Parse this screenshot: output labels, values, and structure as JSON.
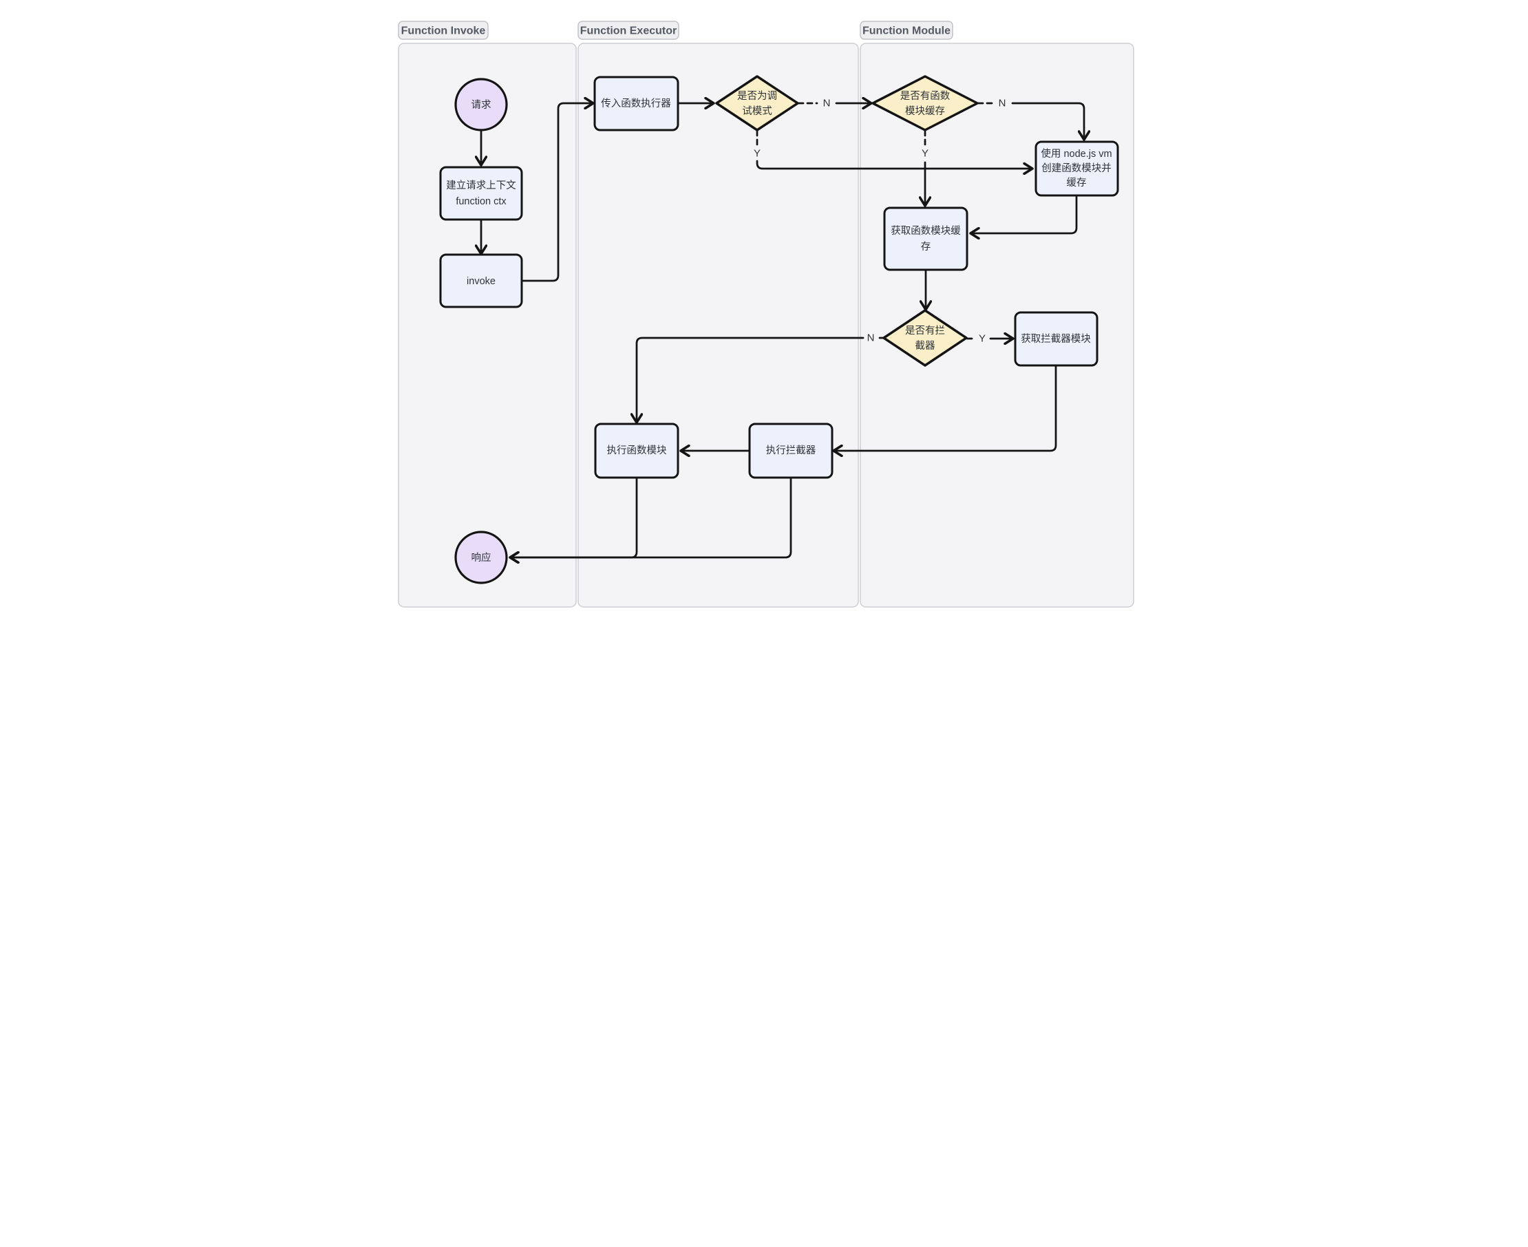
{
  "lanes": [
    {
      "label": "Function Invoke"
    },
    {
      "label": "Function Executor"
    },
    {
      "label": "Function Module"
    }
  ],
  "nodes": {
    "request": {
      "label": "请求"
    },
    "build_ctx": {
      "line1": "建立请求上下文",
      "line2": "function ctx"
    },
    "invoke": {
      "label": "invoke"
    },
    "pass_executor": {
      "label": "传入函数执行器"
    },
    "is_debug": {
      "line1": "是否为调",
      "line2": "试模式"
    },
    "has_module_cache": {
      "line1": "是否有函数",
      "line2": "模块缓存"
    },
    "create_vm": {
      "line1": "使用 node.js vm",
      "line2": "创建函数模块并",
      "line3": "缓存"
    },
    "get_module_cache": {
      "line1": "获取函数模块缓",
      "line2": "存"
    },
    "has_interceptor": {
      "line1": "是否有拦",
      "line2": "截器"
    },
    "get_interceptor": {
      "label": "获取拦截器模块"
    },
    "exec_module": {
      "label": "执行函数模块"
    },
    "exec_interceptor": {
      "label": "执行拦截器"
    },
    "response": {
      "label": "响应"
    }
  },
  "edge_labels": {
    "debug_no": "N",
    "debug_yes": "Y",
    "cache_no": "N",
    "cache_yes": "Y",
    "interceptor_no": "N",
    "interceptor_yes": "Y"
  },
  "colors": {
    "lane-fill": "#f4f4f6",
    "lane-border": "#cdced4",
    "badge-fill": "#efeff1",
    "badge-border": "#c2c3c9",
    "badge-text": "#545a63",
    "box-fill": "#edf1fb",
    "diamond-fill": "#faefc8",
    "circle-fill": "#e8dcf8",
    "stroke": "#141414",
    "node-text": "#2e3338"
  }
}
